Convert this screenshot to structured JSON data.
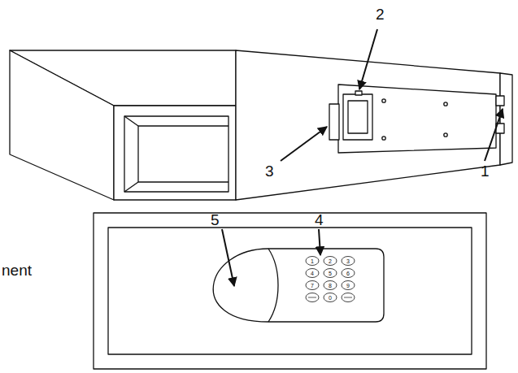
{
  "diagram": {
    "labels": [
      "2",
      "3",
      "1",
      "5",
      "4",
      "nent",
      "1",
      "2",
      "3",
      "4",
      "5",
      "6",
      "7",
      "8",
      "9",
      "0"
    ]
  }
}
